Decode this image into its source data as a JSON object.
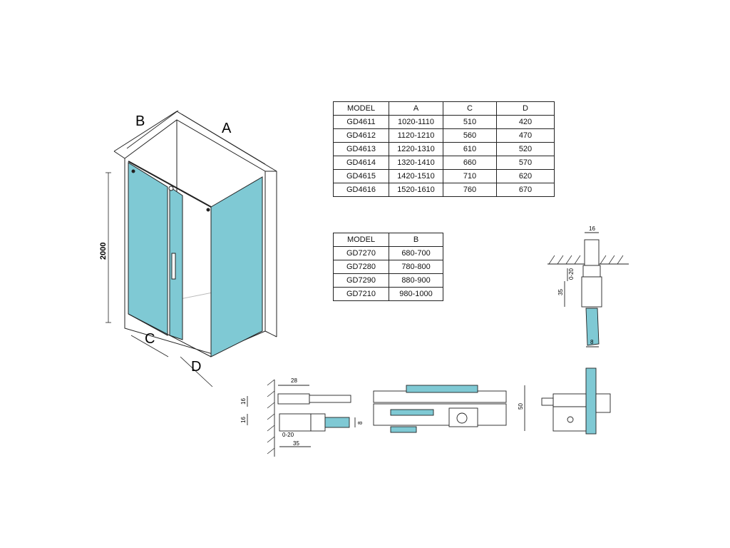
{
  "enclosure": {
    "label_a": "A",
    "label_b": "B",
    "label_c": "C",
    "label_d": "D",
    "height_label": "2000"
  },
  "table_a": {
    "headers": [
      "MODEL",
      "A",
      "C",
      "D"
    ],
    "rows": [
      [
        "GD4611",
        "1020-1110",
        "510",
        "420"
      ],
      [
        "GD4612",
        "1120-1210",
        "560",
        "470"
      ],
      [
        "GD4613",
        "1220-1310",
        "610",
        "520"
      ],
      [
        "GD4614",
        "1320-1410",
        "660",
        "570"
      ],
      [
        "GD4615",
        "1420-1510",
        "710",
        "620"
      ],
      [
        "GD4616",
        "1520-1610",
        "760",
        "670"
      ]
    ]
  },
  "table_b": {
    "headers": [
      "MODEL",
      "B"
    ],
    "rows": [
      [
        "GD7270",
        "680-700"
      ],
      [
        "GD7280",
        "780-800"
      ],
      [
        "GD7290",
        "880-900"
      ],
      [
        "GD7210",
        "980-1000"
      ]
    ]
  },
  "detail_ceiling": {
    "dim_width": "16",
    "dim_adjust": "0-20",
    "dim_depth": "35",
    "dim_glass": "8"
  },
  "detail_wall": {
    "dim_28": "28",
    "dim_16a": "16",
    "dim_16b": "16",
    "dim_8": "8",
    "dim_adjust": "0-20",
    "dim_35": "35"
  },
  "detail_roller": {
    "dim_50": "50"
  },
  "colors": {
    "glass": "#7fc9d4",
    "line": "#222222"
  }
}
